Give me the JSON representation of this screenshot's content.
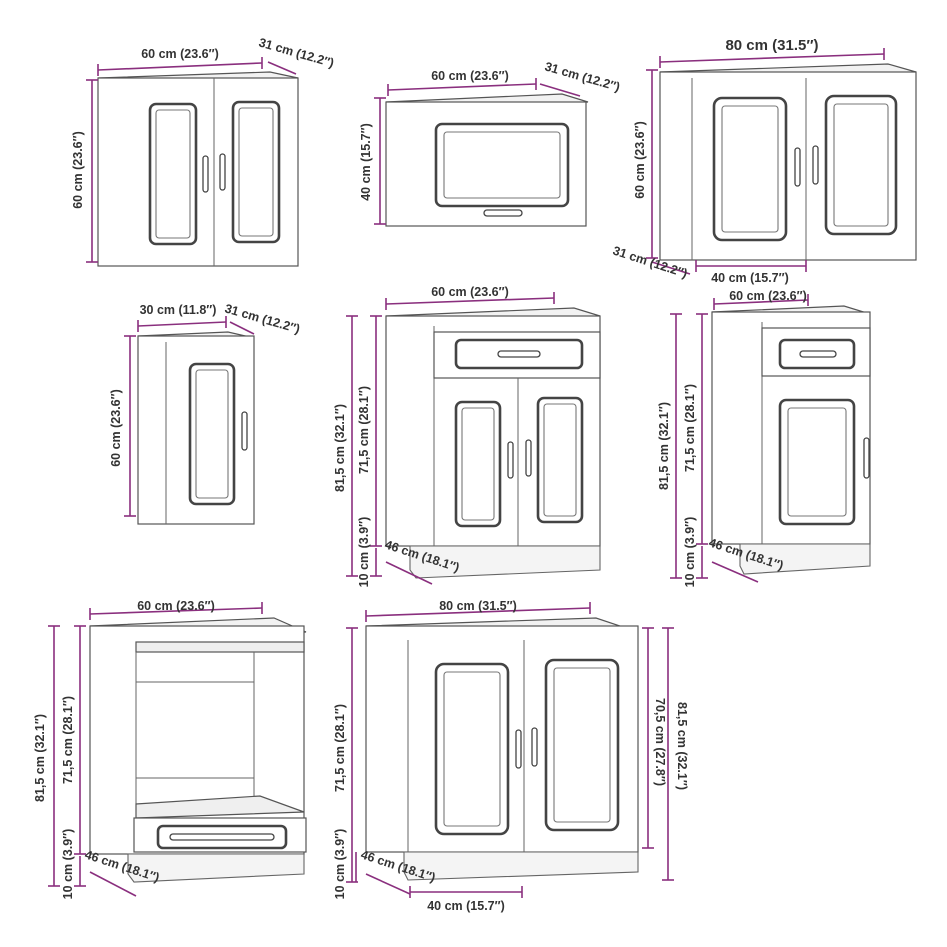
{
  "cabinets": [
    {
      "name": "wall-cabinet-60-double",
      "labels": {
        "width": "60 cm (23.6″)",
        "depth": "31 cm (12.2″)",
        "height": "60 cm (23.6″)"
      }
    },
    {
      "name": "wall-cabinet-60-flap",
      "labels": {
        "width": "60 cm (23.6″)",
        "depth": "31 cm (12.2″)",
        "height": "40 cm (15.7″)"
      }
    },
    {
      "name": "wall-cabinet-80-double",
      "labels": {
        "width": "80 cm (31.5″)",
        "depth": "31 cm (12.2″)",
        "height": "60 cm (23.6″)",
        "door_width": "40 cm (15.7″)"
      }
    },
    {
      "name": "wall-cabinet-30-single",
      "labels": {
        "width": "30 cm (11.8″)",
        "depth": "31 cm (12.2″)",
        "height": "60 cm (23.6″)"
      }
    },
    {
      "name": "base-cabinet-60-drawer-double",
      "labels": {
        "width": "60 cm (23.6″)",
        "total_height": "81,5 cm (32.1″)",
        "body_height": "71,5 cm (28.1″)",
        "plinth": "10 cm (3.9″)",
        "depth": "46 cm (18.1″)"
      }
    },
    {
      "name": "base-cabinet-60-drawer-single",
      "labels": {
        "width": "60 cm (23.6″)",
        "total_height": "81,5 cm (32.1″)",
        "body_height": "71,5 cm (28.1″)",
        "plinth": "10 cm (3.9″)",
        "depth": "46 cm (18.1″)"
      }
    },
    {
      "name": "oven-cabinet-60",
      "labels": {
        "width": "60 cm (23.6″)",
        "total_height": "81,5 cm (32.1″)",
        "body_height": "71,5 cm (28.1″)",
        "plinth": "10 cm (3.9″)",
        "depth": "46 cm (18.1″)"
      }
    },
    {
      "name": "sink-cabinet-80",
      "labels": {
        "width": "80 cm (31.5″)",
        "total_height": "81,5 cm (32.1″)",
        "body_height": "71,5 cm (28.1″)",
        "inner_height": "70,5 cm (27.8″)",
        "plinth": "10 cm (3.9″)",
        "depth": "46 cm (18.1″)",
        "door_width": "40 cm (15.7″)"
      }
    }
  ]
}
